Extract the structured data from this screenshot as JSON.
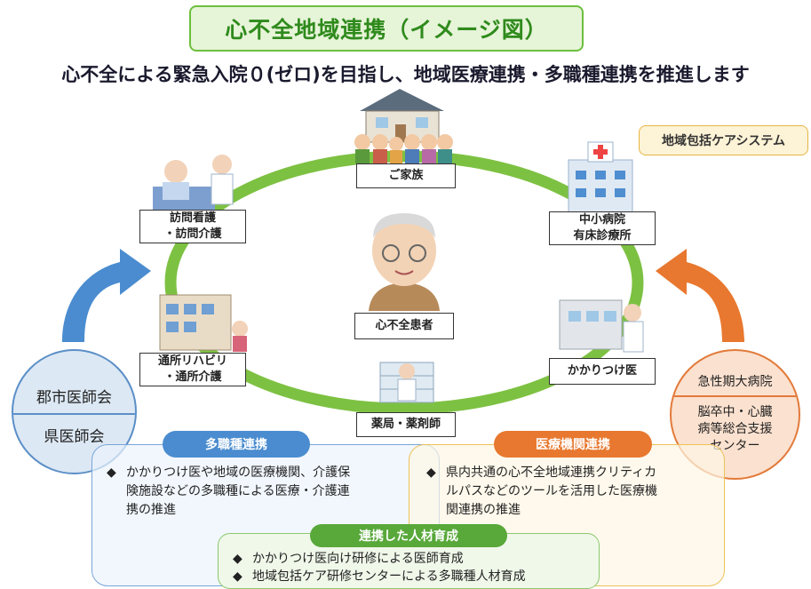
{
  "title": "心不全地域連携（イメージ図）",
  "subtitle": "心不全による緊急入院０(ゼロ)を目指し、地域医療連携・多職種連携を推進します",
  "system_tag": "地域包括ケアシステム",
  "nodes": {
    "family": "ご家族",
    "home_visit_1": "訪問看護",
    "home_visit_2": "・訪問介護",
    "hospital_1": "中小病院",
    "hospital_2": "有床診療所",
    "patient": "心不全患者",
    "rehab_1": "通所リハビリ",
    "rehab_2": "・通所介護",
    "family_doctor": "かかりつけ医",
    "pharmacy": "薬局・薬剤師"
  },
  "left_circle": {
    "top": "郡市医師会",
    "bottom": "県医師会"
  },
  "right_circle": {
    "top": "急性期大病院",
    "bottom_1": "脳卒中・心臓",
    "bottom_2": "病等総合支援",
    "bottom_3": "センター"
  },
  "panels": {
    "multi": {
      "title": "多職種連携",
      "bullet": "◆",
      "line1": "かかりつけ医や地域の医療機関、介護保",
      "line2": "険施設などの多職種による医療・介護連",
      "line3": "携の推進"
    },
    "medical": {
      "title": "医療機関連携",
      "bullet": "◆",
      "line1": "県内共通の心不全地域連携クリティカ",
      "line2": "ルパスなどのツールを活用した医療機",
      "line3": "関連携の推進"
    },
    "training": {
      "title": "連携した人材育成",
      "item1_bullet": "◆",
      "item1": "かかりつけ医向け研修による医師育成",
      "item2_bullet": "◆",
      "item2": "地域包括ケア研修センターによる多職種人材育成"
    }
  },
  "colors": {
    "green": "#7dc142",
    "blue": "#4a8ccf",
    "orange": "#e8782f",
    "title_green": "#2f8a1c"
  }
}
